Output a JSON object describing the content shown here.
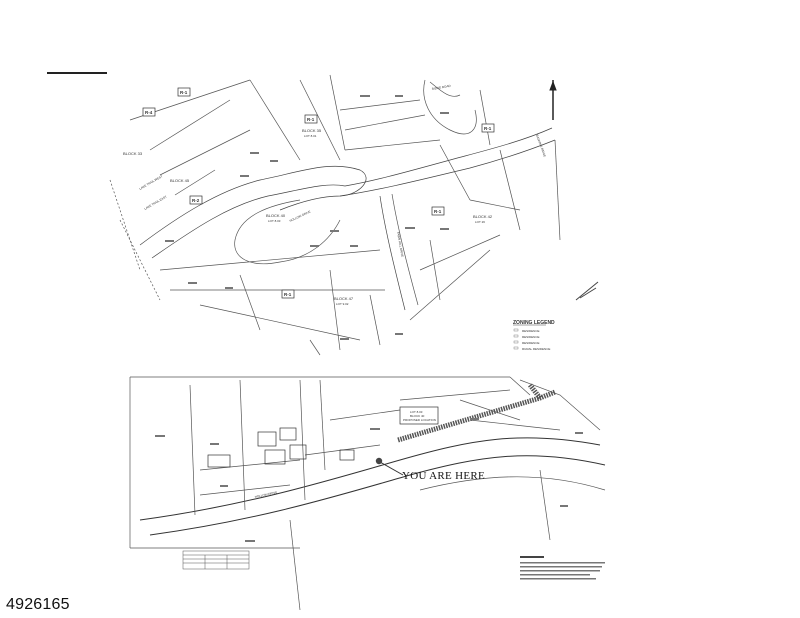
{
  "listing_id": "4926165",
  "marker_label": "YOU ARE HERE",
  "upper_map": {
    "zones": [
      "R-1",
      "R-1",
      "R-4",
      "R-2",
      "R-1",
      "R-1",
      "R-1"
    ],
    "blocks": [
      {
        "name": "BLOCK 35",
        "lot": "LOT 8.01"
      },
      {
        "name": "BLOCK 40",
        "lot": "LOT 8.03"
      },
      {
        "name": "BLOCK 42",
        "lot": "LOT 26"
      },
      {
        "name": "BLOCK 47",
        "lot": "LOT 9.02"
      },
      {
        "name": "BLOCK 33",
        "lot": ""
      },
      {
        "name": "BLOCK 45",
        "lot": ""
      }
    ],
    "streets": [
      "LAKE TRAIL WEST",
      "LAKE TRAIL EAST",
      "FAWN HILL DRIVE",
      "HOLLOW DRIVE",
      "RIDGE ROAD",
      "BASKING RIDGE"
    ],
    "legend": {
      "title": "ZONING LEGEND",
      "items": [
        "RESIDENCE",
        "RESIDENCE",
        "RESIDENCE",
        "RURAL RESIDENCE"
      ]
    }
  },
  "lower_map": {
    "callout": {
      "line1": "LOT 8.03",
      "line2": "BLOCK 40",
      "line3": "PROPOSED LOCATION"
    },
    "road": "HOLLOW DRIVE"
  },
  "colors": {
    "ink": "#333333",
    "marker": "#444444",
    "background": "#ffffff"
  }
}
